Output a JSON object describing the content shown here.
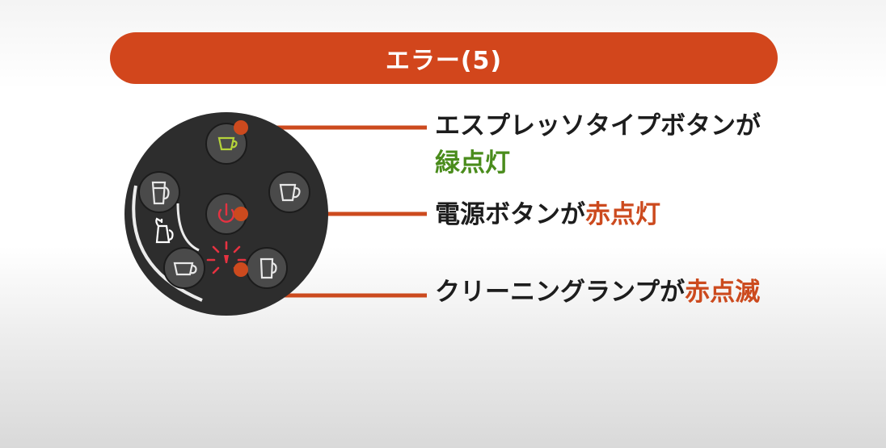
{
  "header": {
    "title": "エラー(5)"
  },
  "callouts": {
    "espresso": {
      "text": "エスプレッソタイプボタンが",
      "state": "緑点灯"
    },
    "power": {
      "text": "電源ボタンが",
      "state": "赤点灯"
    },
    "cleaning": {
      "text": "クリーニングランプが",
      "state": "赤点滅"
    }
  },
  "colors": {
    "banner": "#d2461c",
    "red": "#cc4a1e",
    "green": "#4a8c1c",
    "panel": "#2d2d2d",
    "button": "#4a4a4a",
    "lamp_green": "#b5d33a",
    "lamp_red": "#e63241"
  },
  "icons": {
    "espresso_button": "espresso-cup-icon",
    "mug_button": "mug-icon",
    "tall_glass_button": "tall-glass-icon",
    "power_button": "power-icon",
    "pot": "coffee-pot-icon",
    "wide_cup_button": "wide-cup-icon",
    "cleaning_lamp": "cleaning-lamp-icon"
  }
}
